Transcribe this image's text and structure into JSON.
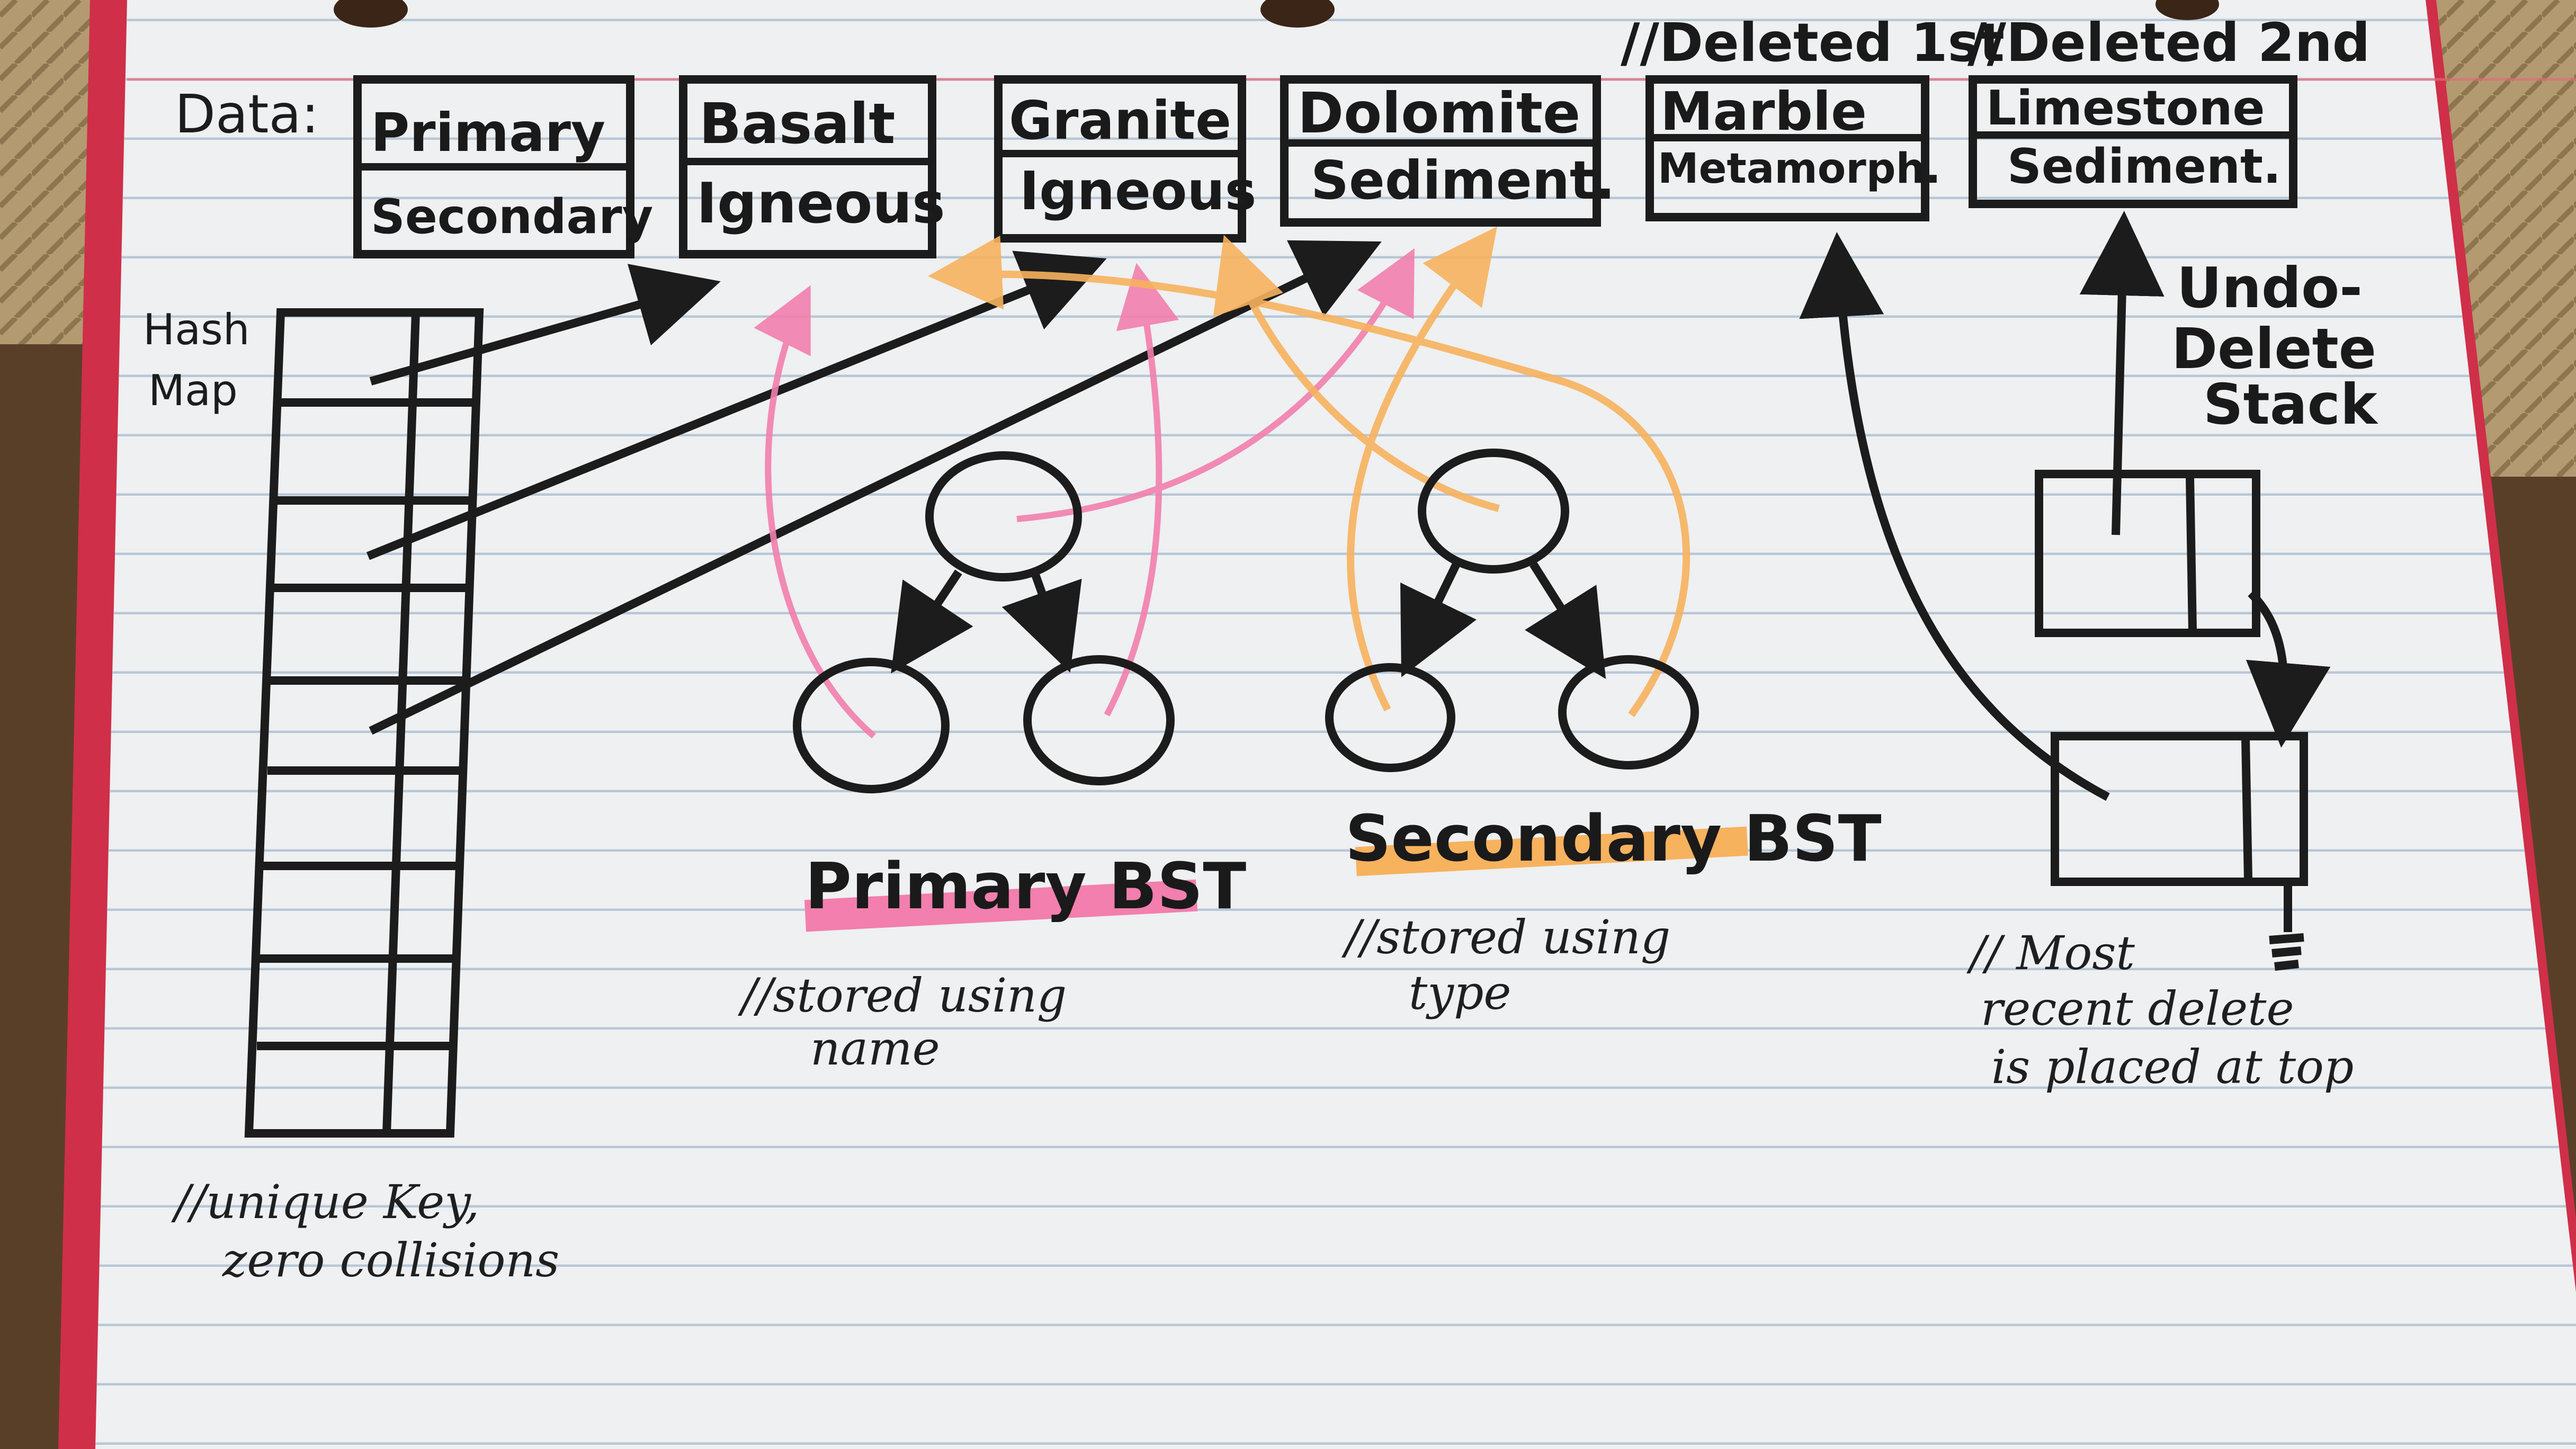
{
  "labels": {
    "data": "Data:",
    "hash_map": [
      "Hash",
      "Map"
    ],
    "deleted_first": "//Deleted 1st",
    "deleted_second": "//Deleted 2nd",
    "undo_stack": [
      "Undo-",
      "Delete",
      "Stack"
    ],
    "primary_bst": "Primary BST",
    "secondary_bst": "Secondary BST"
  },
  "records": [
    {
      "primary": "Primary",
      "secondary": "Secondary"
    },
    {
      "primary": "Basalt",
      "secondary": "Igneous"
    },
    {
      "primary": "Granite",
      "secondary": "Igneous"
    },
    {
      "primary": "Dolomite",
      "secondary": "Sediment."
    },
    {
      "primary": "Marble",
      "secondary": "Metamorph."
    },
    {
      "primary": "Limestone",
      "secondary": "Sediment."
    }
  ],
  "notes": {
    "hash_map": [
      "//unique Key,",
      "zero collisions"
    ],
    "primary_bst": [
      "//stored using",
      "name"
    ],
    "secondary_bst": [
      "//stored using",
      "type"
    ],
    "stack": [
      "// Most",
      "recent delete",
      "is placed at top"
    ]
  },
  "colors": {
    "ink": "#1c1c1c",
    "primary_highlight": "#f27fae",
    "secondary_highlight": "#f7b25e",
    "paper": "#eef0f1",
    "rule_line": "#b8c7d6",
    "margin_line": "#e36a7a",
    "page_edge": "#cf2f49"
  }
}
